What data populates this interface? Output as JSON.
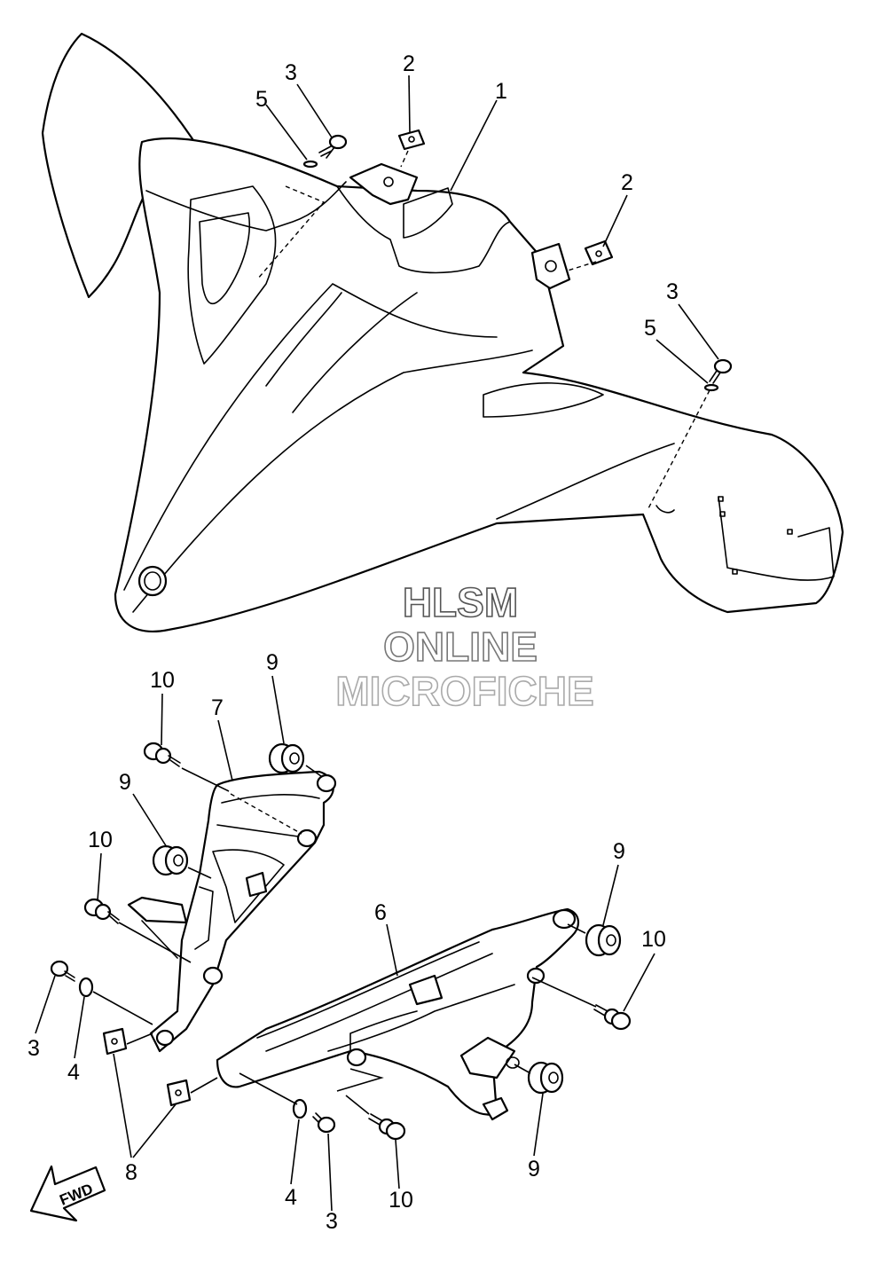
{
  "colors": {
    "line": "#000000",
    "background": "#ffffff",
    "watermark_line1": "#555555",
    "watermark_line2": "#777777",
    "watermark_line3": "#aaaaaa"
  },
  "watermark": {
    "line1": "HLSM",
    "line2": "ONLINE",
    "line3": "MICROFICHE"
  },
  "direction_arrow": {
    "label": "FWD"
  },
  "parts": {
    "front_fender": "1",
    "nut_plate": "2",
    "screw": "3",
    "washer": "4",
    "collar": "5",
    "stay_lower": "6",
    "stay_upper": "7",
    "clip_nut": "8",
    "damper": "9",
    "bolt": "10"
  }
}
